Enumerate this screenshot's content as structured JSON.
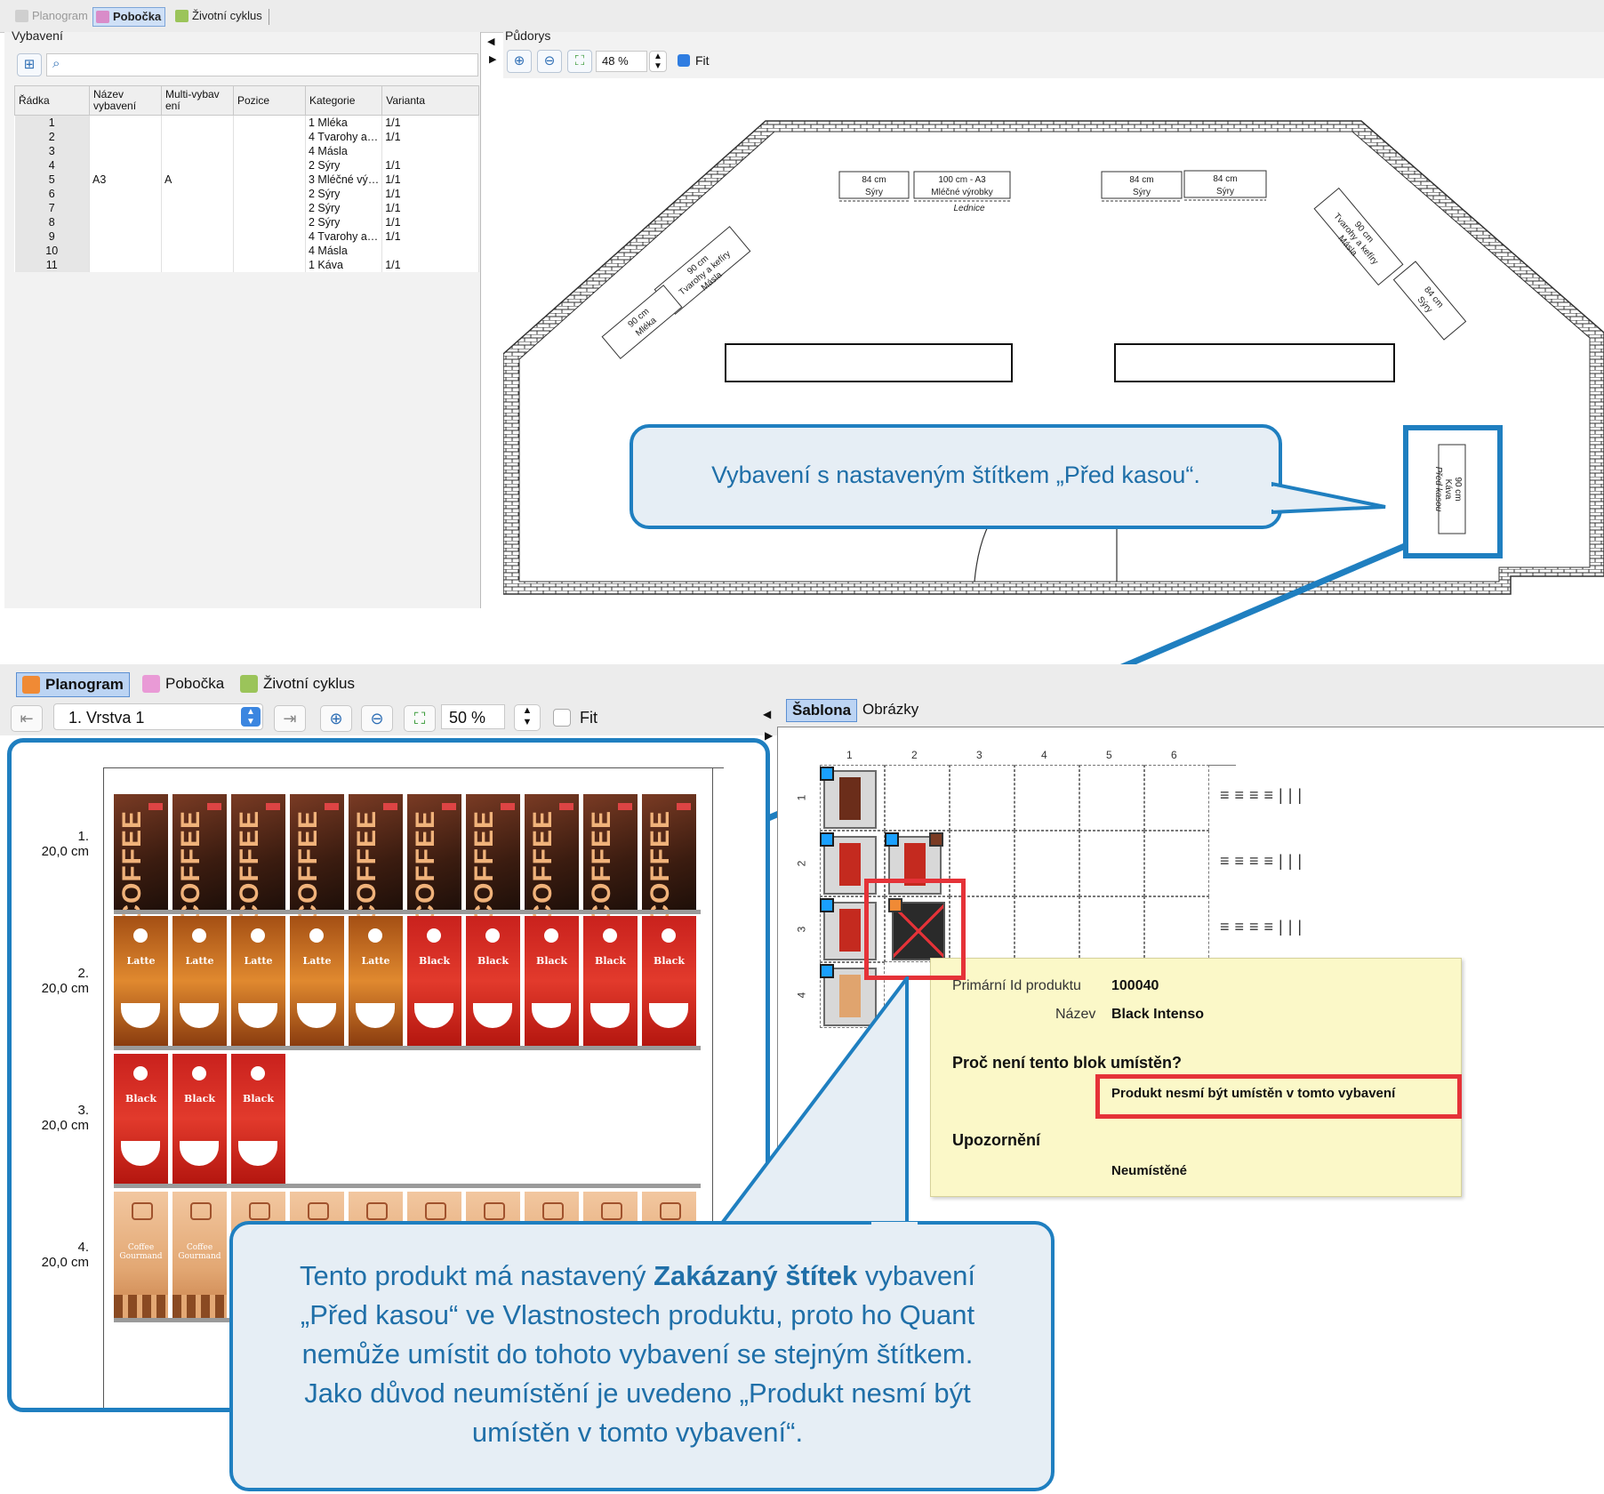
{
  "top_window": {
    "tabs": [
      {
        "label": "Planogram"
      },
      {
        "label": "Pobočka"
      },
      {
        "label": "Životní cyklus"
      }
    ],
    "left_panel_title": "Vybavení",
    "right_panel_title": "Půdorys",
    "zoom": "48 %",
    "fit_label": "Fit",
    "table": {
      "headers": [
        "Řádka",
        "Název vybavení",
        "Multi-vybav ení",
        "Pozice",
        "Kategorie",
        "Varianta"
      ],
      "rows": [
        {
          "n": "1",
          "name": "",
          "multi": "",
          "pos": "",
          "cat": "1 Mléka",
          "var": "1/1"
        },
        {
          "n": "2",
          "name": "",
          "multi": "",
          "pos": "",
          "cat": "4 Tvarohy a…",
          "var": "1/1"
        },
        {
          "n": "3",
          "name": "",
          "multi": "",
          "pos": "",
          "cat": "4 Másla",
          "var": ""
        },
        {
          "n": "4",
          "name": "",
          "multi": "",
          "pos": "",
          "cat": "2 Sýry",
          "var": "1/1"
        },
        {
          "n": "5",
          "name": "A3",
          "multi": "A",
          "pos": "",
          "cat": "3 Mléčné vý…",
          "var": "1/1"
        },
        {
          "n": "6",
          "name": "",
          "multi": "",
          "pos": "",
          "cat": "2 Sýry",
          "var": "1/1"
        },
        {
          "n": "7",
          "name": "",
          "multi": "",
          "pos": "",
          "cat": "2 Sýry",
          "var": "1/1"
        },
        {
          "n": "8",
          "name": "",
          "multi": "",
          "pos": "",
          "cat": "2 Sýry",
          "var": "1/1"
        },
        {
          "n": "9",
          "name": "",
          "multi": "",
          "pos": "",
          "cat": "4 Tvarohy a…",
          "var": "1/1"
        },
        {
          "n": "10",
          "name": "",
          "multi": "",
          "pos": "",
          "cat": "4 Másla",
          "var": ""
        },
        {
          "n": "11",
          "name": "",
          "multi": "",
          "pos": "",
          "cat": "1 Káva",
          "var": "1/1"
        }
      ]
    },
    "floorplan": {
      "fixtures": [
        {
          "size": "84 cm",
          "cat": "Sýry"
        },
        {
          "size": "100 cm - A3",
          "cat": "Mléčné výrobky",
          "sub": "Lednice"
        },
        {
          "size": "84 cm",
          "cat": "Sýry"
        },
        {
          "size": "84 cm",
          "cat": "Sýry"
        },
        {
          "size": "90 cm",
          "cat": "Tvarohy a kefíry",
          "sub": "Másla"
        },
        {
          "size": "90 cm",
          "cat": "Mléka"
        },
        {
          "size": "90 cm",
          "cat": "Tvarohy a kefíry",
          "sub": "Másla"
        },
        {
          "size": "84 cm",
          "cat": "Sýry"
        },
        {
          "size": "90 cm",
          "cat": "Káva",
          "sub": "Před kasou"
        }
      ]
    },
    "callout": "Vybavení s nastaveným štítkem „Před kasou“."
  },
  "bottom_window": {
    "tabs": [
      {
        "label": "Planogram"
      },
      {
        "label": "Pobočka"
      },
      {
        "label": "Životní cyklus"
      }
    ],
    "layer": "1. Vrstva 1",
    "zoom": "50 %",
    "fit_label": "Fit",
    "right_tabs": [
      "Šablona",
      "Obrázky"
    ],
    "shelves": [
      {
        "num": "1.",
        "height": "20,0 cm"
      },
      {
        "num": "2.",
        "height": "20,0 cm"
      },
      {
        "num": "3.",
        "height": "20,0 cm"
      },
      {
        "num": "4.",
        "height": "20,0 cm"
      }
    ],
    "template_columns": [
      "1",
      "2",
      "3",
      "4",
      "5",
      "6"
    ],
    "template_rows": [
      "1",
      "2",
      "3",
      "4"
    ],
    "tooltip": {
      "primary_id_label": "Primární Id produktu",
      "primary_id_value": "100040",
      "name_label": "Název",
      "name_value": "Black Intenso",
      "question": "Proč není tento blok umístěn?",
      "reason": "Produkt nesmí být umístěn v tomto vybavení",
      "warning_title": "Upozornění",
      "warning_value": "Neumístěné"
    },
    "callout_parts": {
      "before": "Tento produkt má nastavený ",
      "bold": "Zakázaný štítek",
      "after": " vybavení „Před kasou“ ve Vlastnostech produktu, proto ho Quant nemůže umístit do tohoto vybavení se stejným štítkem. Jako důvod neumístění je uvedeno „Produkt nesmí být umístěn v tomto vybavení“."
    },
    "pack_texts": {
      "coffee_brand": "COFFEE",
      "latte": "Latte",
      "black": "Black",
      "gourmand": "Coffee Gourmand"
    }
  },
  "colors": {
    "accent": "#1f7fc0",
    "callout_bg": "#e6eef5",
    "tooltip_bg": "#fbf8c8",
    "highlight_red": "#e53238"
  }
}
